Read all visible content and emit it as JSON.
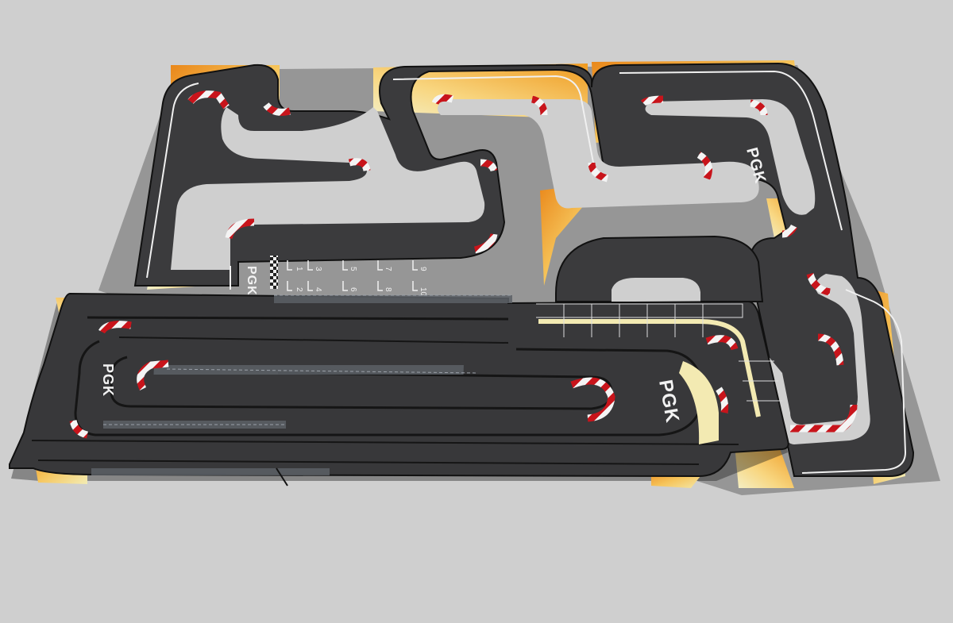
{
  "branding": {
    "logo_text": "PGK"
  },
  "starting_grid": {
    "positions": [
      "1",
      "2",
      "3",
      "4",
      "5",
      "6",
      "7",
      "8",
      "9",
      "10"
    ]
  },
  "colors": {
    "background": "#cfcfcf",
    "asphalt": "#3a3a3c",
    "curb_red": "#c8141b",
    "curb_white": "#f4f4f4",
    "runoff_orange": "#f2a21c",
    "runoff_cream": "#f3eab2",
    "line_white": "#f0f0f0"
  }
}
